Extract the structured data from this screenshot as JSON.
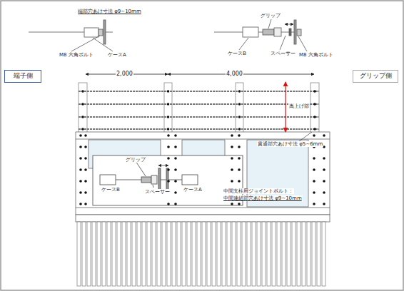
{
  "diagram": {
    "nodes": [
      {
        "text": [
          "端子側"
        ]
      },
      {
        "text": [
          "グリップ側"
        ]
      }
    ],
    "labels": [
      "端部穴あけ寸法 φ9~10mm",
      "M8 六角ボルト",
      "ケースA",
      "グリップ",
      "ケースB",
      "スペーサー",
      "M8 六角ボルト",
      "2,000",
      "4,000",
      "嵩上げ部",
      "貫通部穴あけ寸法 φ5~6mm",
      "グリップ",
      "ケースB",
      "スペーサー",
      "ケースA",
      "中間支柱用ジョイントボルト：",
      "中間連結部穴あけ寸法 φ9~10mm"
    ]
  }
}
